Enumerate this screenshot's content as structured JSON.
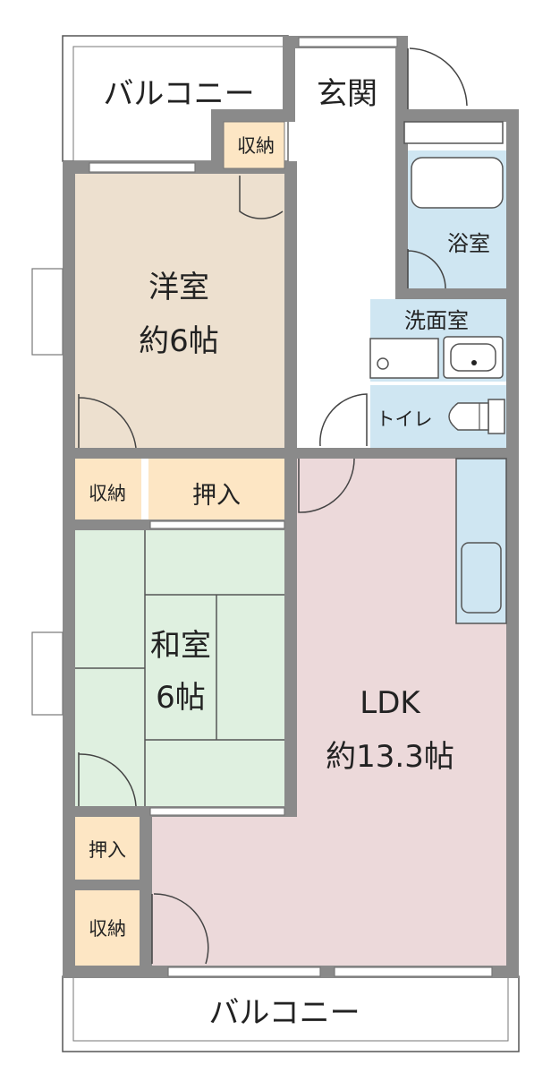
{
  "colors": {
    "western_room": "#ede0cf",
    "japanese_room": "#dff0e0",
    "ldk": "#ecd9da",
    "wet_area": "#cfe6f2",
    "storage": "#fde6c4",
    "wall": "#8a8a8a",
    "background": "#ffffff"
  },
  "rooms": {
    "balcony_top": "バルコニー",
    "entrance": "玄関",
    "storage_top": "収納",
    "western_room_name": "洋室",
    "western_room_size": "約6帖",
    "bathroom": "浴室",
    "washroom": "洗面室",
    "toilet": "トイレ",
    "storage_mid": "収納",
    "closet_mid": "押入",
    "japanese_room_name": "和室",
    "japanese_room_size": "6帖",
    "ldk_name": "LDK",
    "ldk_size": "約13.3帖",
    "closet_low": "押入",
    "storage_low": "収納",
    "balcony_bottom": "バルコニー"
  }
}
